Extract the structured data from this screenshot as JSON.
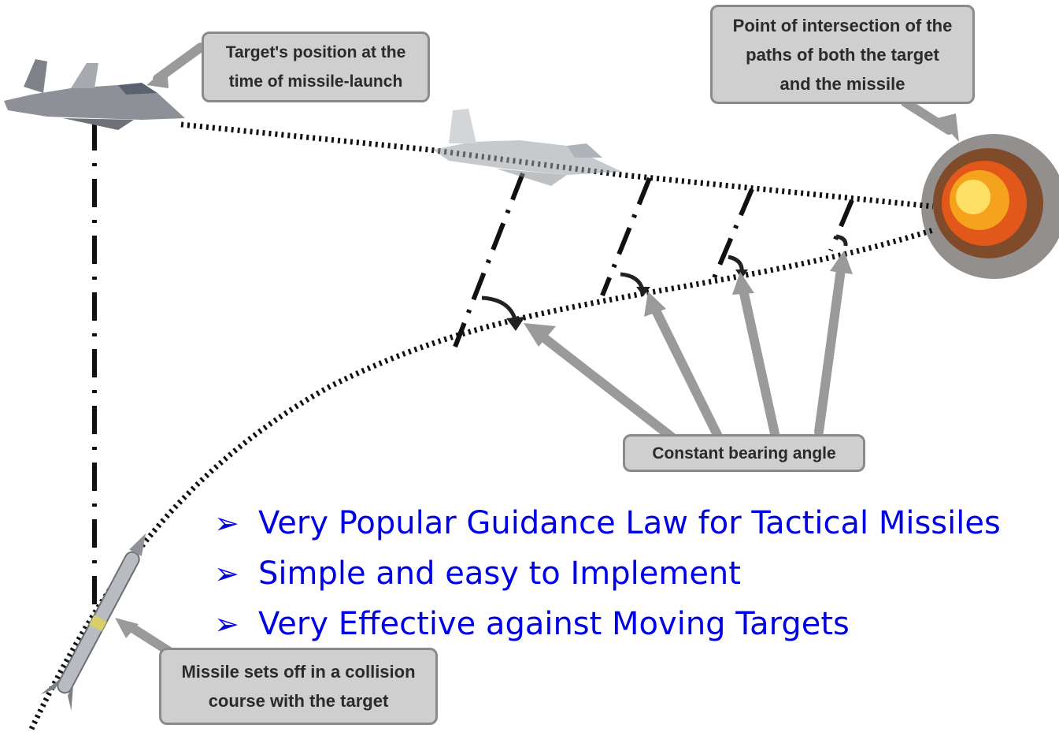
{
  "callouts": {
    "launch": [
      "Target's position at the",
      "time of missile-launch"
    ],
    "intersection": [
      "Point of intersection of the",
      "paths of both the target",
      "and the missile"
    ],
    "bearing": [
      "Constant bearing angle"
    ],
    "missile": [
      "Missile sets off in a collision",
      "course with the target"
    ]
  },
  "bullets": [
    {
      "marker": "➢",
      "text": "Very Popular Guidance Law for Tactical Missiles"
    },
    {
      "marker": "➢",
      "text": "Simple and easy to Implement"
    },
    {
      "marker": "➢",
      "text": "Very Effective against Moving Targets"
    }
  ],
  "colors": {
    "bullet_text": "#0000e6",
    "callout_fill": "#cfcfcf",
    "callout_border": "#8a8a8a",
    "arrow_gray": "#9a9a9a",
    "path_black": "#111111"
  }
}
